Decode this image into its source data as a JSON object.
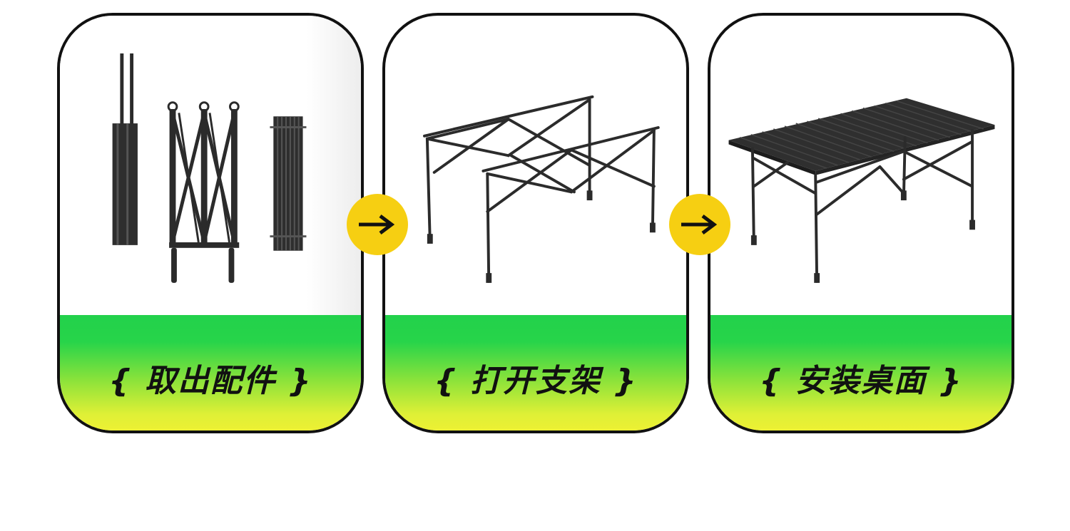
{
  "steps": [
    {
      "label": "{ 取出配件 }"
    },
    {
      "label": "{ 打开支架 }"
    },
    {
      "label": "{ 安装桌面 }"
    }
  ],
  "arrows": [
    "arrow-right-icon",
    "arrow-right-icon"
  ],
  "colors": {
    "band_top": "#22d14b",
    "band_bottom": "#f2f133",
    "arrow_circle": "#f6cf12",
    "outline": "#111111",
    "product": "#2a2a2a"
  }
}
